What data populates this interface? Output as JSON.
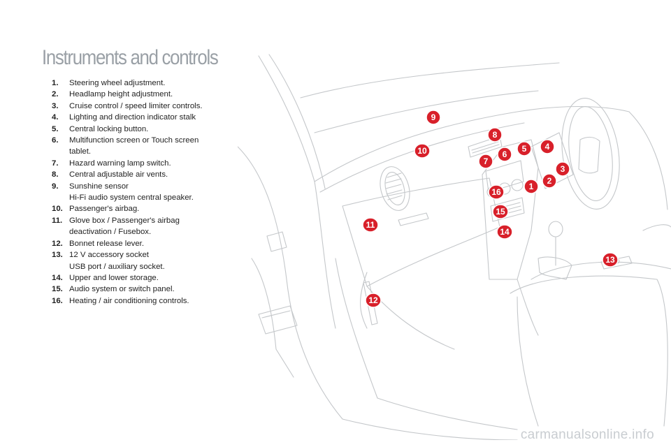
{
  "page": {
    "title": "Instruments and controls"
  },
  "legend": [
    {
      "num": "1.",
      "lines": [
        "Steering wheel adjustment."
      ]
    },
    {
      "num": "2.",
      "lines": [
        "Headlamp height adjustment."
      ]
    },
    {
      "num": "3.",
      "lines": [
        "Cruise control / speed limiter controls."
      ]
    },
    {
      "num": "4.",
      "lines": [
        "Lighting and direction indicator stalk"
      ]
    },
    {
      "num": "5.",
      "lines": [
        "Central locking button."
      ]
    },
    {
      "num": "6.",
      "lines": [
        "Multifunction screen or Touch screen",
        "tablet."
      ]
    },
    {
      "num": "7.",
      "lines": [
        "Hazard warning lamp switch."
      ]
    },
    {
      "num": "8.",
      "lines": [
        "Central adjustable air vents."
      ]
    },
    {
      "num": "9.",
      "lines": [
        "Sunshine sensor",
        "Hi-Fi audio system central speaker."
      ]
    },
    {
      "num": "10.",
      "lines": [
        "Passenger's airbag."
      ]
    },
    {
      "num": "11.",
      "lines": [
        "Glove box / Passenger's airbag",
        "deactivation / Fusebox."
      ]
    },
    {
      "num": "12.",
      "lines": [
        "Bonnet release lever."
      ]
    },
    {
      "num": "13.",
      "lines": [
        "12 V accessory socket",
        "USB port / auxiliary socket."
      ]
    },
    {
      "num": "14.",
      "lines": [
        "Upper and lower storage."
      ]
    },
    {
      "num": "15.",
      "lines": [
        "Audio system or switch panel."
      ]
    },
    {
      "num": "16.",
      "lines": [
        "Heating / air conditioning controls."
      ]
    }
  ],
  "figure": {
    "accent_color": "#d8202a",
    "callouts": [
      "1",
      "2",
      "3",
      "4",
      "5",
      "6",
      "7",
      "8",
      "9",
      "10",
      "11",
      "12",
      "13",
      "14",
      "15",
      "16"
    ]
  },
  "watermark": "carmanualsonline.info"
}
